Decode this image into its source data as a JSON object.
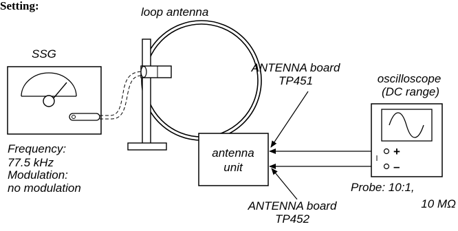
{
  "heading": "Setting:",
  "loop_antenna": "loop antenna",
  "ssg": {
    "label": "SSG",
    "frequency_label": "Frequency:",
    "frequency_value": "77.5 kHz",
    "modulation_label": "Modulation:",
    "modulation_value": "no modulation"
  },
  "antenna_unit": {
    "line1": "antenna",
    "line2": "unit"
  },
  "tp451": {
    "line1": "ANTENNA board",
    "line2": "TP451"
  },
  "tp452": {
    "line1": "ANTENNA board",
    "line2": "TP452"
  },
  "oscilloscope": {
    "line1": "oscilloscope",
    "line2": "(DC range)",
    "plus": "+",
    "minus": "–",
    "probe_line1": "Probe: 10:1,",
    "probe_line2": "10 MΩ"
  }
}
